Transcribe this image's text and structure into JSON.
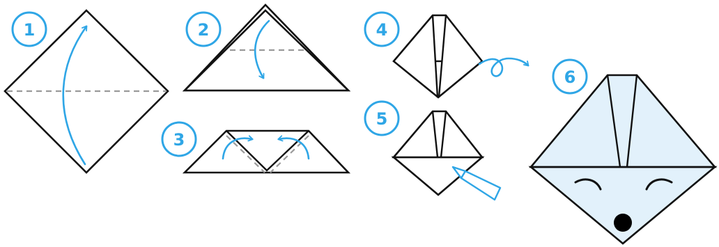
{
  "diagram": {
    "colors": {
      "accent": "#2fa6e6",
      "paper": "#ffffff",
      "paper_blue": "#e2f1fb",
      "outline": "#111111",
      "fold_line": "#9a9a9a"
    },
    "steps": [
      {
        "number": "1"
      },
      {
        "number": "2"
      },
      {
        "number": "3"
      },
      {
        "number": "4"
      },
      {
        "number": "5"
      },
      {
        "number": "6"
      }
    ]
  }
}
